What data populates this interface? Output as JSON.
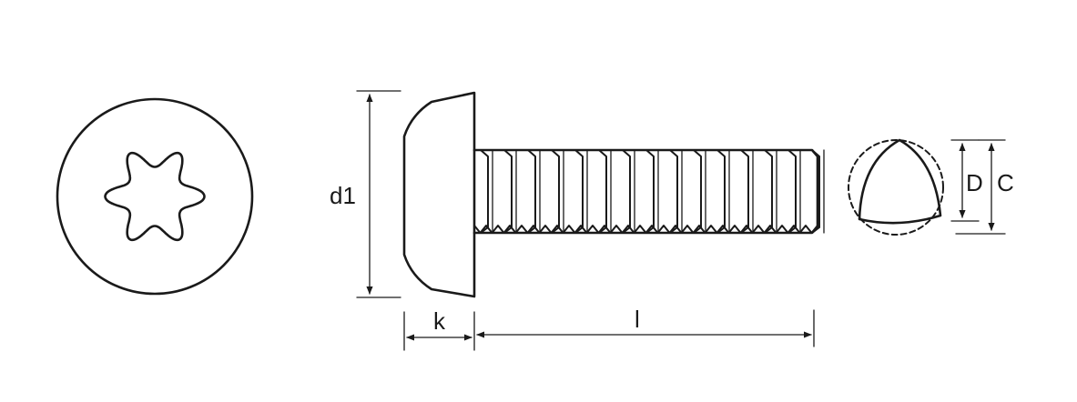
{
  "dimensions": {
    "d1": "d1",
    "k": "k",
    "l": "l",
    "D": "D",
    "C": "C"
  },
  "colors": {
    "line": "#1a1a1a",
    "background": "#ffffff"
  }
}
